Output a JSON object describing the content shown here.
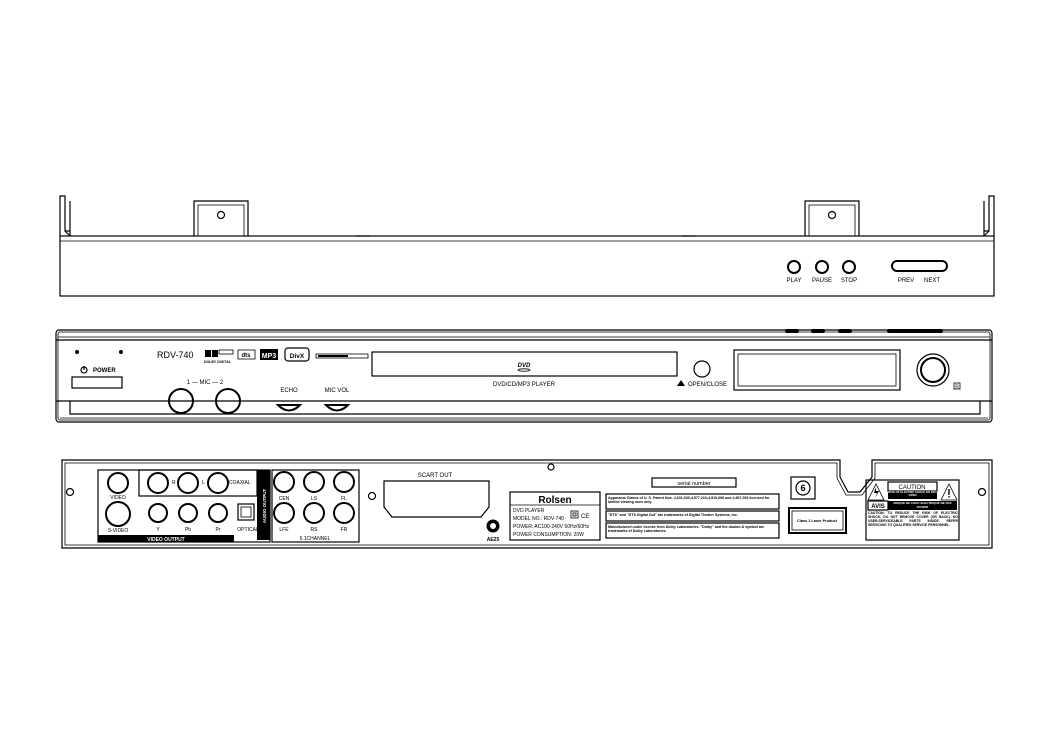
{
  "top_view": {
    "buttons": [
      "PLAY",
      "PAUSE",
      "STOP"
    ],
    "prev_label": "PREV",
    "next_label": "NEXT"
  },
  "front_panel": {
    "model": "RDV-740",
    "power_label": "POWER",
    "mic_label": "1 — MIC — 2",
    "echo_label": "ECHO",
    "mic_vol_label": "MIC VOL",
    "tray_logo": "DVD",
    "tray_caption": "DVD/CD/MP3 PLAYER",
    "open_close_label": "OPEN/CLOSE",
    "logos": {
      "dolby": "DOLBY DIGITAL",
      "dts": "dts",
      "mp3": "MP3",
      "divx": "DivX"
    }
  },
  "rear_panel": {
    "video_output": {
      "video": "VIDEO",
      "s_video": "S-VIDEO",
      "y": "Y",
      "pb": "Pb",
      "pr": "Pr",
      "caption": "VIDEO OUTPUT"
    },
    "audio_output": {
      "r": "R",
      "l": "L",
      "coaxial": "COAXIAL",
      "optical": "OPTICAL",
      "caption": "AUDIO OUTPUT"
    },
    "channel51": {
      "cen": "CEN",
      "ls": "LS",
      "fl": "FL",
      "lfe": "LFE",
      "rs": "RS",
      "fr": "FR",
      "caption": "5.1CHANNEL"
    },
    "scart": "SCART OUT",
    "brand": "Rolsen",
    "label_lines": [
      "DVD PLAYER",
      "MODEL NO.: RDV-740",
      "POWER: AC100-240V 50Hz/60Hz",
      "POWER CONSUMPTION: 20W"
    ],
    "cert_mark": "AE25",
    "serial": "serial number",
    "patent_text": "Apparatus Claims of U. S. Patent Nos. 4,631,603;4,577,216;4,819,098 and 4,907,093 licensed for limited viewing uses only.",
    "dts_text": "\"DTS\" and \"DTS Digital Out\" are trademarks of Digital Theater Systems, Inc.",
    "dolby_text": "Manufactured under license from Dolby Laboratories. \"Dolby\" and the double-D symbol are trademarks of Dolby Laboratories.",
    "region": "6",
    "laser": "Class 1 Laser Product",
    "caution_title": "CAUTION",
    "caution_sub": "RISK OF ELECTRIC SHOCK DO NOT OPEN",
    "avis": "AVIS",
    "avis_text": "RISQUE DE CHOC ELECTRIQUE NE PAS OUVRIR",
    "caution_body": "CAUTION: TO REDUCE THE RISK OF ELECTRIC SHOCK, DO NOT REMOVE COVER (OR BACK). NO USER-SERVICEABLE PARTS INSIDE. REFER SERVICING TO QUALIFIED SERVICE PERSONNEL."
  }
}
